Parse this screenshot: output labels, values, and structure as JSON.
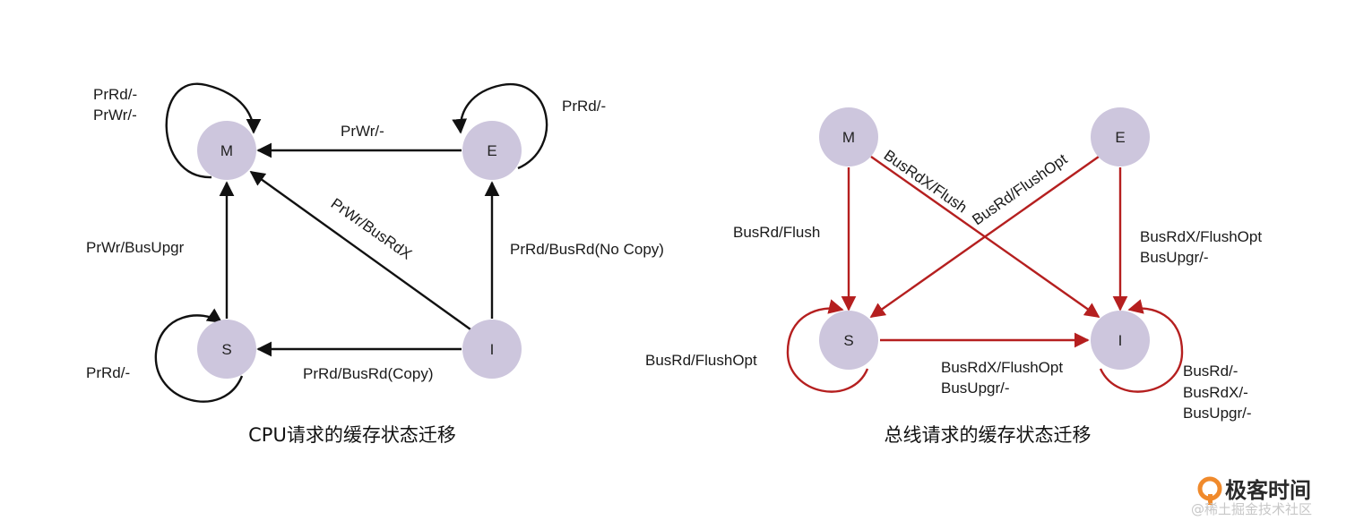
{
  "left_diagram": {
    "caption": "CPU请求的缓存状态迁移",
    "states": {
      "M": "M",
      "E": "E",
      "S": "S",
      "I": "I"
    },
    "edges": {
      "m_self_1": "PrRd/-",
      "m_self_2": "PrWr/-",
      "e_self": "PrRd/-",
      "e_to_m": "PrWr/-",
      "s_to_m": "PrWr/BusUpgr",
      "i_to_m": "PrWr/BusRdX",
      "i_to_e": "PrRd/BusRd(No Copy)",
      "s_self": "PrRd/-",
      "i_to_s": "PrRd/BusRd(Copy)"
    }
  },
  "right_diagram": {
    "caption": "总线请求的缓存状态迁移",
    "states": {
      "M": "M",
      "E": "E",
      "S": "S",
      "I": "I"
    },
    "edges": {
      "m_to_s": "BusRd/Flush",
      "m_to_i": "BusRdX/Flush",
      "e_to_s": "BusRd/FlushOpt",
      "e_to_i_1": "BusRdX/FlushOpt",
      "e_to_i_2": "BusUpgr/-",
      "s_self": "BusRd/FlushOpt",
      "s_to_i_1": "BusRdX/FlushOpt",
      "s_to_i_2": "BusUpgr/-",
      "i_self_1": "BusRd/-",
      "i_self_2": "BusRdX/-",
      "i_self_3": "BusUpgr/-"
    }
  },
  "watermark": {
    "brand": "极客时间",
    "sub": "@稀土掘金技术社区"
  },
  "colors": {
    "node_fill": "#cdc6dd",
    "edge_black": "#111111",
    "edge_red": "#b51f1f"
  }
}
